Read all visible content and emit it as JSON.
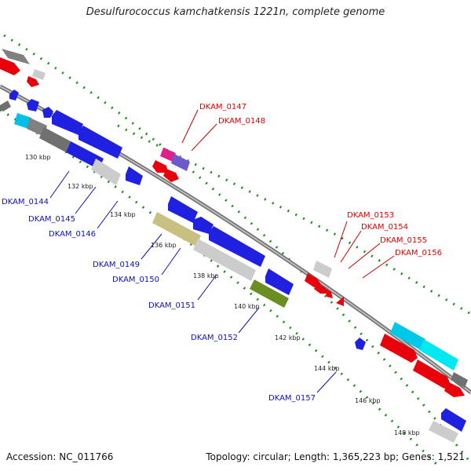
{
  "title": "Desulfurococcus kamchatkensis 1221n, complete genome",
  "footer": {
    "accession": "Accession: NC_011766",
    "topology": "Topology: circular; Length: 1,365,223 bp; Genes: 1,521"
  },
  "colors": {
    "backbone": "#8c8c8c",
    "tick": "#1a8c1a",
    "label_forward": "#e00000",
    "label_reverse": "#1010c0",
    "leader": "#c00000",
    "leader_blue": "#1010b0"
  },
  "scale_labels": [
    "130 kbp",
    "132 kbp",
    "134 kbp",
    "136 kbp",
    "138 kbp",
    "140 kbp",
    "142 kbp",
    "144 kbp",
    "146 kbp",
    "148 kbp"
  ],
  "gene_labels": [
    {
      "id": "DKAM_0147",
      "strand": "forward"
    },
    {
      "id": "DKAM_0148",
      "strand": "forward"
    },
    {
      "id": "DKAM_0153",
      "strand": "forward"
    },
    {
      "id": "DKAM_0154",
      "strand": "forward"
    },
    {
      "id": "DKAM_0155",
      "strand": "forward"
    },
    {
      "id": "DKAM_0156",
      "strand": "forward"
    },
    {
      "id": "DKAM_0144",
      "strand": "reverse"
    },
    {
      "id": "DKAM_0145",
      "strand": "reverse"
    },
    {
      "id": "DKAM_0146",
      "strand": "reverse"
    },
    {
      "id": "DKAM_0149",
      "strand": "reverse"
    },
    {
      "id": "DKAM_0150",
      "strand": "reverse"
    },
    {
      "id": "DKAM_0151",
      "strand": "reverse"
    },
    {
      "id": "DKAM_0152",
      "strand": "reverse"
    },
    {
      "id": "DKAM_0157",
      "strand": "reverse"
    }
  ]
}
